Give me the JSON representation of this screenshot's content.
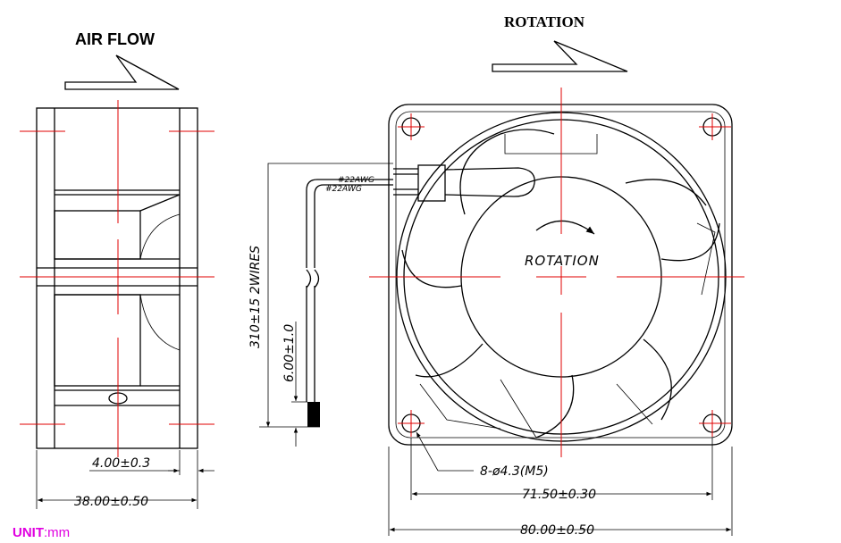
{
  "labels": {
    "air_flow": "AIR FLOW",
    "rotation_top": "ROTATION",
    "rotation_center": "ROTATION",
    "wire_spec_1": "#22AWG",
    "wire_spec_2": "#22AWG",
    "lead_length": "310±15  2WIRES",
    "strip_length": "6.00±1.0",
    "side_small": "4.00±0.3",
    "side_depth": "38.00±0.50",
    "holes": "8-ø4.3(M5)",
    "hole_pitch": "71.50±0.30",
    "frame_size": "80.00±0.50"
  },
  "unit": {
    "label": "UNIT",
    "value": "mm"
  },
  "colors": {
    "centerline": "#e00000",
    "unit_text": "#e000e0",
    "outline": "#000000"
  }
}
